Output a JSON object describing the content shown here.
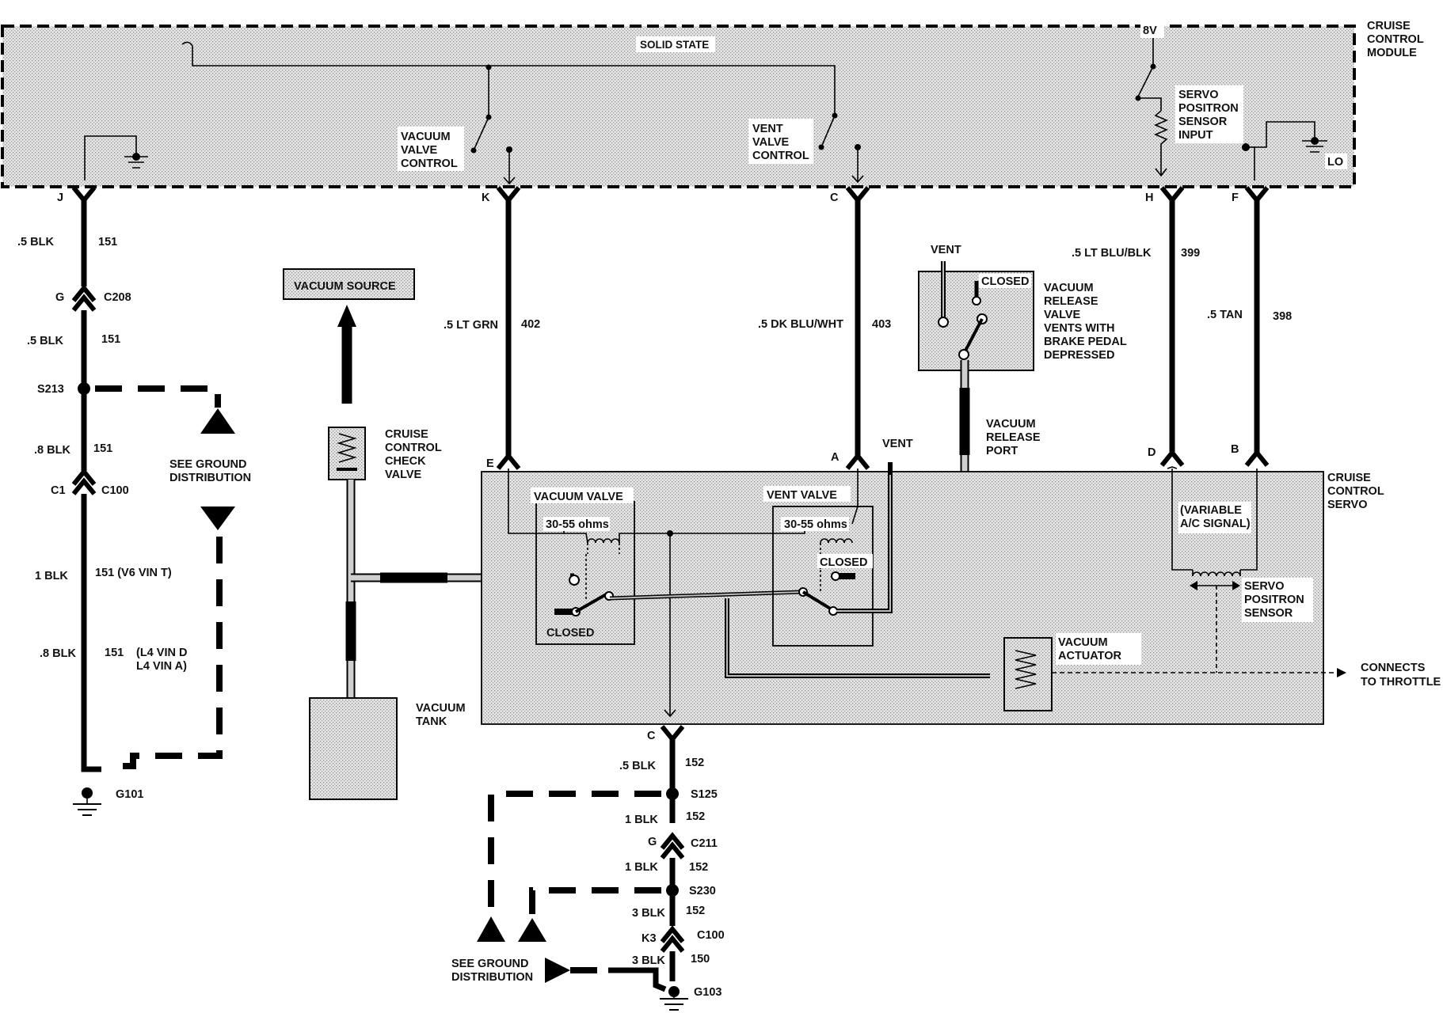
{
  "module": {
    "label": [
      "CRUISE",
      "CONTROL",
      "MODULE"
    ],
    "solid_state": "SOLID STATE",
    "vacuum_valve_control": [
      "VACUUM",
      "VALVE",
      "CONTROL"
    ],
    "vent_valve_control": [
      "VENT",
      "VALVE",
      "CONTROL"
    ],
    "supply": "8V",
    "servo_sensor_input": [
      "SERVO",
      "POSITRON",
      "SENSOR",
      "INPUT"
    ],
    "lo": "LO",
    "pins": {
      "j": "J",
      "k": "K",
      "c": "C",
      "h": "H",
      "f": "F"
    }
  },
  "servo": {
    "label": [
      "CRUISE",
      "CONTROL",
      "SERVO"
    ],
    "vacuum_valve": "VACUUM VALVE",
    "vent_valve": "VENT VALVE",
    "vacuum_valve_ohms": "30-55 ohms",
    "vent_valve_ohms": "30-55 ohms",
    "closed_vacuum": "CLOSED",
    "closed_vent": "CLOSED",
    "variable_ac": [
      "(VARIABLE",
      "A/C SIGNAL)"
    ],
    "positron_sensor": [
      "SERVO",
      "POSITRON",
      "SENSOR"
    ],
    "vacuum_actuator": [
      "VACUUM",
      "ACTUATOR"
    ],
    "vent_top": "VENT",
    "pins": {
      "e": "E",
      "a": "A",
      "d": "D",
      "b": "B",
      "c": "C"
    }
  },
  "vacuum_release": {
    "vent": "VENT",
    "closed": "CLOSED",
    "valve_text": [
      "VACUUM",
      "RELEASE",
      "VALVE",
      "VENTS WITH",
      "BRAKE PEDAL",
      "DEPRESSED"
    ],
    "port_text": [
      "VACUUM",
      "RELEASE",
      "PORT"
    ]
  },
  "vacuum_side": {
    "source": "VACUUM SOURCE",
    "check_valve": [
      "CRUISE",
      "CONTROL",
      "CHECK",
      "VALVE"
    ],
    "tank": [
      "VACUUM",
      "TANK"
    ]
  },
  "connects_to_throttle": [
    "CONNECTS",
    "TO THROTTLE"
  ],
  "ground_left": {
    "wire_labels": [
      {
        "size": ".5 BLK",
        "circuit": "151"
      },
      {
        "size": ".5 BLK",
        "circuit": "151"
      },
      {
        "size": ".8 BLK",
        "circuit": "151"
      },
      {
        "size": "1 BLK",
        "circuit": "151 (V6 VIN T)"
      },
      {
        "size": ".8 BLK",
        "circuit": "151"
      }
    ],
    "l4_note": [
      "(L4 VIN D",
      "L4 VIN A)"
    ],
    "c208_pin": "G",
    "c208": "C208",
    "s213": "S213",
    "c100_pin": "C1",
    "c100": "C100",
    "g101": "G101",
    "see_ground": [
      "SEE GROUND",
      "DISTRIBUTION"
    ]
  },
  "wires_top": {
    "k": {
      "size": ".5 LT GRN",
      "circuit": "402"
    },
    "c": {
      "size": ".5 DK BLU/WHT",
      "circuit": "403"
    },
    "h": {
      "size": ".5 LT BLU/BLK",
      "circuit": "399"
    },
    "f": {
      "size": ".5 TAN",
      "circuit": "398"
    }
  },
  "ground_bottom": {
    "wire_labels": [
      {
        "size": ".5 BLK",
        "circuit": "152"
      },
      {
        "size": "1 BLK",
        "circuit": "152"
      },
      {
        "size": "1 BLK",
        "circuit": "152"
      },
      {
        "size": "3 BLK",
        "circuit": "152"
      },
      {
        "size": "3 BLK",
        "circuit": "150"
      }
    ],
    "s125": "S125",
    "c211_pin": "G",
    "c211": "C211",
    "s230": "S230",
    "c100_pin": "K3",
    "c100": "C100",
    "g103": "G103",
    "see_ground": [
      "SEE GROUND",
      "DISTRIBUTION"
    ]
  }
}
